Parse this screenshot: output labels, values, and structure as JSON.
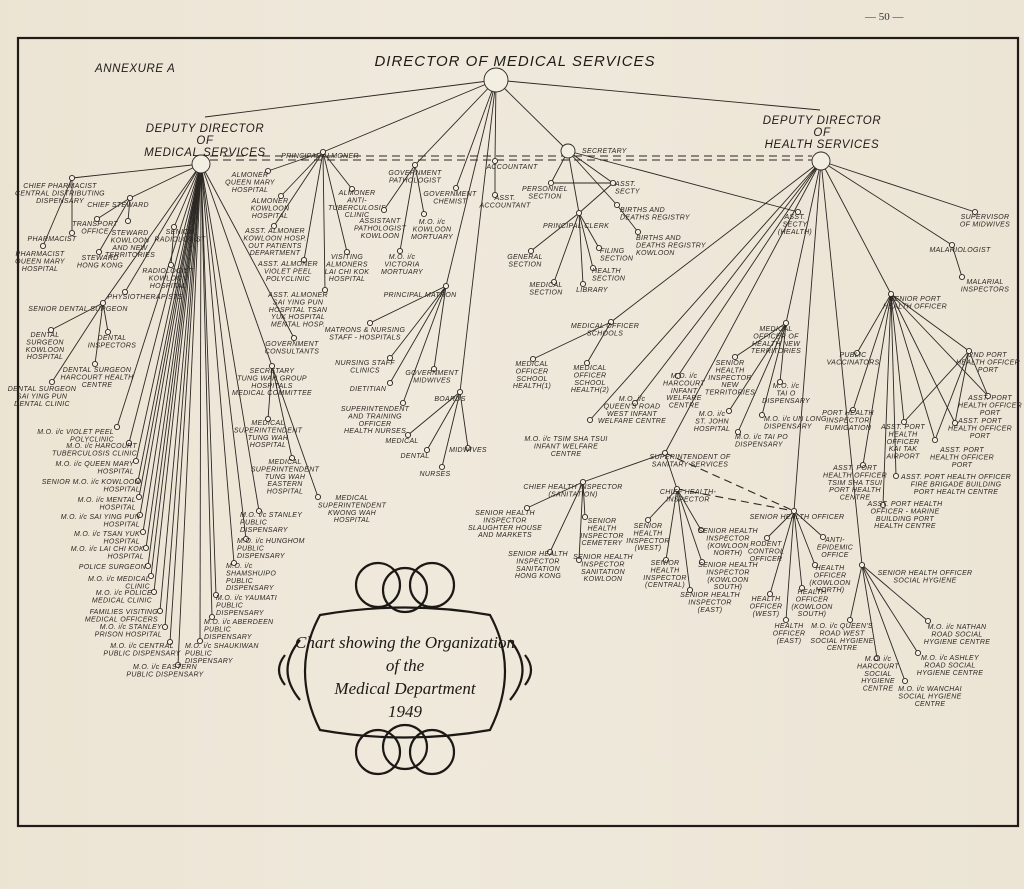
{
  "page_number": "— 50 —",
  "annexure": "ANNEXURE A",
  "director": {
    "id": "dms",
    "label": "DIRECTOR OF MEDICAL SERVICES"
  },
  "deputies": [
    {
      "id": "ddms",
      "lines": [
        "DEPUTY DIRECTOR",
        "OF",
        "MEDICAL SERVICES"
      ]
    },
    {
      "id": "ddhs",
      "lines": [
        "DEPUTY DIRECTOR",
        "OF",
        "HEALTH SERVICES"
      ]
    }
  ],
  "chart_title": [
    "Chart showing the Organization",
    "of the",
    "Medical Department",
    "1949"
  ],
  "nodes": [
    {
      "id": "pharm",
      "parent": "ddms",
      "lines": [
        "CHIEF PHARMACIST",
        "CENTRAL DISTRIBUTING",
        "DISPENSARY"
      ]
    },
    {
      "id": "pharm1",
      "parent": "pharm",
      "lines": [
        "PHARMACIST"
      ]
    },
    {
      "id": "pharm2",
      "parent": "pharm",
      "lines": [
        "PHARMACIST",
        "QUEEN MARY",
        "HOSPITAL"
      ]
    },
    {
      "id": "stew",
      "parent": "ddms",
      "lines": [
        "CHIEF STEWARD"
      ]
    },
    {
      "id": "trans",
      "parent": "stew",
      "lines": [
        "TRANSPORT",
        "OFFICE"
      ]
    },
    {
      "id": "stewk",
      "parent": "stew",
      "lines": [
        "STEWARD",
        "KOWLOON",
        "AND NEW",
        "TERRITORIES"
      ]
    },
    {
      "id": "stewh",
      "parent": "stew",
      "lines": [
        "STEWARD",
        "HONG KONG"
      ]
    },
    {
      "id": "rad",
      "parent": "ddms",
      "lines": [
        "SENIOR",
        "RADIOLOGIST"
      ]
    },
    {
      "id": "radk",
      "parent": "rad",
      "lines": [
        "RADIOLOGIST",
        "KOWLOON",
        "HOSPITAL"
      ]
    },
    {
      "id": "phys",
      "parent": "ddms",
      "lines": [
        "PHYSIOTHERAPISTS"
      ]
    },
    {
      "id": "dent",
      "parent": "ddms",
      "lines": [
        "SENIOR DENTAL SURGEON"
      ]
    },
    {
      "id": "dent1",
      "parent": "dent",
      "lines": [
        "DENTAL",
        "SURGEON",
        "KOWLOON",
        "HOSPITAL"
      ]
    },
    {
      "id": "dent2",
      "parent": "dent",
      "lines": [
        "DENTAL",
        "INSPECTORS"
      ]
    },
    {
      "id": "dent3",
      "parent": "dent",
      "lines": [
        "DENTAL SURGEON",
        "HARCOURT HEALTH",
        "CENTRE"
      ]
    },
    {
      "id": "dent4",
      "parent": "dent",
      "lines": [
        "DENTAL SURGEON",
        "SAI YING PUN",
        "DENTAL CLINIC"
      ]
    },
    {
      "id": "mo1",
      "parent": "ddms",
      "lines": [
        "M.O. i/c VIOLET PEEL",
        "POLYCLINIC"
      ]
    },
    {
      "id": "mo2",
      "parent": "ddms",
      "lines": [
        "M.O. i/c HARCOURT",
        "TUBERCULOSIS CLINIC"
      ]
    },
    {
      "id": "mo3",
      "parent": "ddms",
      "lines": [
        "M.O. i/c QUEEN MARY",
        "HOSPITAL"
      ]
    },
    {
      "id": "mo4",
      "parent": "ddms",
      "lines": [
        "SENIOR M.O. i/c KOWLOON",
        "HOSPITAL"
      ]
    },
    {
      "id": "mo5",
      "parent": "ddms",
      "lines": [
        "M.O. i/c MENTAL",
        "HOSPITAL"
      ]
    },
    {
      "id": "mo6",
      "parent": "ddms",
      "lines": [
        "M.O. i/c SAI YING PUN",
        "HOSPITAL"
      ]
    },
    {
      "id": "mo7",
      "parent": "ddms",
      "lines": [
        "M.O. i/c TSAN YUK",
        "HOSPITAL"
      ]
    },
    {
      "id": "mo8",
      "parent": "ddms",
      "lines": [
        "M.O. i/c LAI CHI KOK",
        "HOSPITAL"
      ]
    },
    {
      "id": "mo9",
      "parent": "ddms",
      "lines": [
        "POLICE SURGEON"
      ]
    },
    {
      "id": "mo10",
      "parent": "ddms",
      "lines": [
        "M.O. i/c MEDICAL",
        "CLINIC"
      ]
    },
    {
      "id": "mo11",
      "parent": "ddms",
      "lines": [
        "M.O. i/c POLICE",
        "MEDICAL CLINIC"
      ]
    },
    {
      "id": "mo12",
      "parent": "ddms",
      "lines": [
        "FAMILIES VISITING",
        "MEDICAL OFFICERS"
      ]
    },
    {
      "id": "mo13",
      "parent": "ddms",
      "lines": [
        "M.O. i/c STANLEY",
        "PRISON HOSPITAL"
      ]
    },
    {
      "id": "mo14",
      "parent": "ddms",
      "lines": [
        "M.O. i/c CENTRAL",
        "PUBLIC DISPENSARY"
      ]
    },
    {
      "id": "mo15",
      "parent": "ddms",
      "lines": [
        "M.O. i/c EASTERN",
        "PUBLIC DISPENSARY"
      ]
    },
    {
      "id": "mo16",
      "parent": "ddms",
      "lines": [
        "M.O. i/c SHAUKIWAN",
        "PUBLIC",
        "DISPENSARY"
      ]
    },
    {
      "id": "mo17",
      "parent": "ddms",
      "lines": [
        "M.O. i/c ABERDEEN",
        "PUBLIC",
        "DISPENSARY"
      ]
    },
    {
      "id": "mo18",
      "parent": "ddms",
      "lines": [
        "M.O. i/c YAUMATI",
        "PUBLIC",
        "DISPENSARY"
      ]
    },
    {
      "id": "mo19",
      "parent": "ddms",
      "lines": [
        "M.O. i/c",
        "SHAMSHUIPO",
        "PUBLIC",
        "DISPENSARY"
      ]
    },
    {
      "id": "mo20",
      "parent": "ddms",
      "lines": [
        "M.O. i/c HUNGHOM",
        "PUBLIC",
        "DISPENSARY"
      ]
    },
    {
      "id": "mo21",
      "parent": "ddms",
      "lines": [
        "M.O. i/c STANLEY",
        "PUBLIC",
        "DISPENSARY"
      ]
    },
    {
      "id": "cons",
      "parent": "ddms",
      "lines": [
        "GOVERNMENT",
        "CONSULTANTS"
      ]
    },
    {
      "id": "tw",
      "parent": "ddms",
      "lines": [
        "SECRETARY",
        "TUNG WAH GROUP",
        "HOSPITALS",
        "MEDICAL COMMITTEE"
      ]
    },
    {
      "id": "tw1",
      "parent": "tw",
      "lines": [
        "MEDICAL",
        "SUPERINTENDENT",
        "TUNG WAH",
        "HOSPITAL"
      ]
    },
    {
      "id": "tw2",
      "parent": "tw",
      "lines": [
        "MEDICAL",
        "SUPERINTENDENT",
        "TUNG WAH",
        "EASTERN",
        "HOSPITAL"
      ]
    },
    {
      "id": "tw3",
      "parent": "tw",
      "lines": [
        "MEDICAL",
        "SUPERINTENDENT",
        "KWONG WAH",
        "HOSPITAL"
      ]
    },
    {
      "id": "palm",
      "parent": "dms",
      "lines": [
        "PRINCIPAL ALMONER"
      ]
    },
    {
      "id": "alm1",
      "parent": "palm",
      "lines": [
        "ALMONER",
        "QUEEN MARY",
        "HOSPITAL"
      ]
    },
    {
      "id": "alm2",
      "parent": "palm",
      "lines": [
        "ALMONER",
        "KOWLOON",
        "HOSPITAL"
      ]
    },
    {
      "id": "alm3",
      "parent": "palm",
      "lines": [
        "ASST. ALMONER",
        "KOWLOON HOSP.",
        "OUT PATIENTS",
        "DEPARTMENT"
      ]
    },
    {
      "id": "alm4",
      "parent": "palm",
      "lines": [
        "ASST. ALMONER",
        "VIOLET PEEL",
        "POLYCLINIC"
      ]
    },
    {
      "id": "alm5",
      "parent": "palm",
      "lines": [
        "ASST. ALMONER",
        "SAI YING PUN",
        "HOSPITAL TSAN",
        "YUK HOSPITAL",
        "MENTAL HOSP."
      ]
    },
    {
      "id": "alm6",
      "parent": "palm",
      "lines": [
        "VISITING",
        "ALMONERS",
        "LAI CHI KOK",
        "HOSPITAL"
      ]
    },
    {
      "id": "alm7",
      "parent": "palm",
      "lines": [
        "ALMONER",
        "ANTI-",
        "TUBERCULOSIS",
        "CLINIC"
      ]
    },
    {
      "id": "path",
      "parent": "dms",
      "lines": [
        "GOVERNMENT",
        "PATHOLOGIST"
      ]
    },
    {
      "id": "path1",
      "parent": "path",
      "lines": [
        "ASSISTANT",
        "PATHOLOGIST",
        "KOWLOON"
      ]
    },
    {
      "id": "path2",
      "parent": "path",
      "lines": [
        "M.O. i/c",
        "KOWLOON",
        "MORTUARY"
      ]
    },
    {
      "id": "path3",
      "parent": "path",
      "lines": [
        "M.O. i/c",
        "VICTORIA",
        "MORTUARY"
      ]
    },
    {
      "id": "chem",
      "parent": "dms",
      "lines": [
        "GOVERNMENT",
        "CHEMIST"
      ]
    },
    {
      "id": "acc",
      "parent": "dms",
      "lines": [
        "ACCOUNTANT"
      ]
    },
    {
      "id": "acc1",
      "parent": "acc",
      "lines": [
        "ASST.",
        "ACCOUNTANT"
      ]
    },
    {
      "id": "mat",
      "parent": "dms",
      "lines": [
        "PRINCIPAL MATRON"
      ]
    },
    {
      "id": "mat1",
      "parent": "mat",
      "lines": [
        "MATRONS & NURSING",
        "STAFF - HOSPITALS"
      ]
    },
    {
      "id": "mat2",
      "parent": "mat",
      "lines": [
        "NURSING STAFF",
        "CLINICS"
      ]
    },
    {
      "id": "mat3",
      "parent": "mat",
      "lines": [
        "DIETITIAN"
      ]
    },
    {
      "id": "mat4",
      "parent": "mat",
      "lines": [
        "GOVERNMENT",
        "MIDWIVES"
      ]
    },
    {
      "id": "mat5",
      "parent": "mat",
      "lines": [
        "SUPERINTENDENT",
        "AND TRAINING",
        "OFFICER",
        "HEALTH NURSES"
      ]
    },
    {
      "id": "brd",
      "parent": "dms",
      "lines": [
        "BOARDS"
      ]
    },
    {
      "id": "brd1",
      "parent": "brd",
      "lines": [
        "MEDICAL"
      ]
    },
    {
      "id": "brd2",
      "parent": "brd",
      "lines": [
        "DENTAL"
      ]
    },
    {
      "id": "brd3",
      "parent": "brd",
      "lines": [
        "MIDWIVES"
      ]
    },
    {
      "id": "brd4",
      "parent": "brd",
      "lines": [
        "NURSES"
      ]
    },
    {
      "id": "sec",
      "parent": "dms",
      "lines": [
        "SECRETARY"
      ]
    },
    {
      "id": "sec1",
      "parent": "sec",
      "lines": [
        "PERSONNEL",
        "SECTION"
      ]
    },
    {
      "id": "sec2",
      "parent": "sec",
      "lines": [
        "ASST.",
        "SECTY"
      ]
    },
    {
      "id": "pc",
      "parent": "sec",
      "lines": [
        "PRINCIPAL CLERK"
      ]
    },
    {
      "id": "bd",
      "parent": "sec",
      "lines": [
        "BIRTHS AND",
        "DEATHS REGISTRY"
      ]
    },
    {
      "id": "bdk",
      "parent": "bd",
      "lines": [
        "BIRTHS AND",
        "DEATHS REGISTRY",
        "KOWLOON"
      ]
    },
    {
      "id": "pc1",
      "parent": "pc",
      "lines": [
        "GENERAL",
        "SECTION"
      ]
    },
    {
      "id": "pc2",
      "parent": "pc",
      "lines": [
        "MEDICAL",
        "SECTION"
      ]
    },
    {
      "id": "pc3",
      "parent": "pc",
      "lines": [
        "LIBRARY"
      ]
    },
    {
      "id": "pc4",
      "parent": "pc",
      "lines": [
        "FILING",
        "SECTION"
      ]
    },
    {
      "id": "pc5",
      "parent": "pc",
      "lines": [
        "HEALTH",
        "SECTION"
      ]
    },
    {
      "id": "ash",
      "parent": "sec",
      "lines": [
        "ASST.",
        "SECTY",
        "(HEALTH)"
      ]
    },
    {
      "id": "smid",
      "parent": "ddhs",
      "lines": [
        "SUPERVISOR",
        "OF MIDWIVES"
      ]
    },
    {
      "id": "mal",
      "parent": "ddhs",
      "lines": [
        "MALARIOLOGIST"
      ]
    },
    {
      "id": "mal1",
      "parent": "mal",
      "lines": [
        "MALARIAL",
        "INSPECTORS"
      ]
    },
    {
      "id": "spho",
      "parent": "ddhs",
      "lines": [
        "SENIOR PORT",
        "HEALTH OFFICER"
      ]
    },
    {
      "id": "mos",
      "parent": "ddhs",
      "lines": [
        "MEDICAL OFFICER",
        "SCHOOLS"
      ]
    },
    {
      "id": "mos1",
      "parent": "mos",
      "lines": [
        "MEDICAL",
        "OFFICER",
        "SCHOOL",
        "HEALTH(1)"
      ]
    },
    {
      "id": "mos2",
      "parent": "mos",
      "lines": [
        "MEDICAL",
        "OFFICER",
        "SCHOOL",
        "HEALTH(2)"
      ]
    },
    {
      "id": "iw1",
      "parent": "ddhs",
      "lines": [
        "M.O. i/c TSIM SHA TSUI",
        "INFANT WELFARE",
        "CENTRE"
      ]
    },
    {
      "id": "iw2",
      "parent": "ddhs",
      "lines": [
        "M.O. i/c",
        "QUEEN'S ROAD",
        "WEST INFANT",
        "WELFARE CENTRE"
      ]
    },
    {
      "id": "iw3",
      "parent": "ddhs",
      "lines": [
        "M.O. i/c",
        "HARCOURT",
        "INFANT",
        "WELFARE",
        "CENTRE"
      ]
    },
    {
      "id": "nt",
      "parent": "ddhs",
      "lines": [
        "MEDICAL",
        "OFFICER OF",
        "HEALTH NEW",
        "TERRITORIES"
      ]
    },
    {
      "id": "nt1",
      "parent": "nt",
      "lines": [
        "SENIOR",
        "HEALTH",
        "INSPECTOR",
        "NEW",
        "TERRITORIES"
      ]
    },
    {
      "id": "nt2",
      "parent": "nt",
      "lines": [
        "M.O. i/c",
        "TAI O",
        "DISPENSARY"
      ]
    },
    {
      "id": "nt3",
      "parent": "nt",
      "lines": [
        "M.O. i/c",
        "ST. JOHN",
        "HOSPITAL"
      ]
    },
    {
      "id": "nt4",
      "parent": "nt",
      "lines": [
        "M.O. i/c UN LONG",
        "DISPENSARY"
      ]
    },
    {
      "id": "nt5",
      "parent": "nt",
      "lines": [
        "M.O. i/c TAI PO",
        "DISPENSARY"
      ]
    },
    {
      "id": "sss",
      "parent": "ddhs",
      "lines": [
        "SUPERINTENDENT OF",
        "SANITARY SERVICES"
      ]
    },
    {
      "id": "chis",
      "parent": "sss",
      "lines": [
        "CHIEF HEALTH INSPECTOR",
        "(SANITATION)"
      ]
    },
    {
      "id": "chis1",
      "parent": "chis",
      "lines": [
        "SENIOR HEALTH",
        "INSPECTOR",
        "SLAUGHTER HOUSE",
        "AND MARKETS"
      ]
    },
    {
      "id": "chis2",
      "parent": "chis",
      "lines": [
        "SENIOR",
        "HEALTH",
        "INSPECTOR",
        "CEMETERY"
      ]
    },
    {
      "id": "chis3",
      "parent": "chis",
      "lines": [
        "SENIOR HEALTH",
        "INSPECTOR",
        "SANITATION",
        "HONG KONG"
      ]
    },
    {
      "id": "chis4",
      "parent": "chis",
      "lines": [
        "SENIOR HEALTH",
        "INSPECTOR",
        "SANITATION",
        "KOWLOON"
      ]
    },
    {
      "id": "chi",
      "parent": "sss",
      "lines": [
        "CHIEF HEALTH-",
        "INSPECTOR"
      ]
    },
    {
      "id": "chi1",
      "parent": "chi",
      "lines": [
        "SENIOR",
        "HEALTH",
        "INSPECTOR",
        "(WEST)"
      ]
    },
    {
      "id": "chi2",
      "parent": "chi",
      "lines": [
        "SENIOR",
        "HEALTH",
        "INSPECTOR",
        "(CENTRAL)"
      ]
    },
    {
      "id": "chi3",
      "parent": "chi",
      "lines": [
        "SENIOR HEALTH",
        "INSPECTOR",
        "(KOWLOON",
        "NORTH)"
      ]
    },
    {
      "id": "chi4",
      "parent": "chi",
      "lines": [
        "SENIOR HEALTH",
        "INSPECTOR",
        "(KOWLOON",
        "SOUTH)"
      ]
    },
    {
      "id": "chi5",
      "parent": "chi",
      "lines": [
        "SENIOR HEALTH",
        "INSPECTOR",
        "(EAST)"
      ]
    },
    {
      "id": "sho",
      "parent": "ddhs",
      "lines": [
        "SENIOR HEALTH OFFICER"
      ]
    },
    {
      "id": "sho1",
      "parent": "sho",
      "lines": [
        "RODENT",
        "CONTROL",
        "OFFICER"
      ]
    },
    {
      "id": "sho2",
      "parent": "sho",
      "lines": [
        "ANTI-",
        "EPIDEMIC",
        "OFFICE"
      ]
    },
    {
      "id": "sho3",
      "parent": "sho",
      "lines": [
        "HEALTH",
        "OFFICER",
        "(WEST)"
      ]
    },
    {
      "id": "sho4",
      "parent": "sho",
      "lines": [
        "HEALTH",
        "OFFICER",
        "(EAST)"
      ]
    },
    {
      "id": "sho5",
      "parent": "sho",
      "lines": [
        "HEALTH",
        "OFFICER",
        "(KOWLOON",
        "SOUTH)"
      ]
    },
    {
      "id": "sho6",
      "parent": "sho",
      "lines": [
        "HEALTH",
        "OFFICER",
        "(KOWLOON",
        "NORTH)"
      ]
    },
    {
      "id": "sh",
      "parent": "ddhs",
      "lines": [
        "SENIOR HEALTH OFFICER",
        "SOCIAL HYGIENE"
      ]
    },
    {
      "id": "sh1",
      "parent": "sh",
      "lines": [
        "M.O. i/c QUEEN'S",
        "ROAD WEST",
        "SOCIAL HYGIENE",
        "CENTRE"
      ]
    },
    {
      "id": "sh2",
      "parent": "sh",
      "lines": [
        "M.O. i/c",
        "HARCOURT",
        "SOCIAL",
        "HYGIENE",
        "CENTRE"
      ]
    },
    {
      "id": "sh3",
      "parent": "sh",
      "lines": [
        "M.O. i/c WANCHAI",
        "SOCIAL HYGIENE",
        "CENTRE"
      ]
    },
    {
      "id": "sh4",
      "parent": "sh",
      "lines": [
        "M.O. i/c ASHLEY",
        "ROAD SOCIAL",
        "HYGIENE CENTRE"
      ]
    },
    {
      "id": "sh5",
      "parent": "sh",
      "lines": [
        "M.O. i/c NATHAN",
        "ROAD SOCIAL",
        "HYGIENE CENTRE"
      ]
    },
    {
      "id": "p1",
      "parent": "spho",
      "lines": [
        "PUBLIC",
        "VACCINATORS"
      ]
    },
    {
      "id": "p2",
      "parent": "spho",
      "lines": [
        "PORT HEALTH",
        "INSPECTOR",
        "FUMIGATION"
      ]
    },
    {
      "id": "p3",
      "parent": "spho",
      "lines": [
        "ASST. PORT",
        "HEALTH",
        "OFFICER",
        "KAI TAK",
        "AIRPORT"
      ]
    },
    {
      "id": "p4",
      "parent": "spho",
      "lines": [
        "ASST. PORT",
        "HEALTH OFFICER",
        "TSIM SHA TSUI",
        "PORT HEALTH",
        "CENTRE"
      ]
    },
    {
      "id": "p5",
      "parent": "spho",
      "lines": [
        "ASST. PORT HEALTH OFFICER",
        "FIRE BRIGADE BUILDING",
        "PORT HEALTH CENTRE"
      ]
    },
    {
      "id": "p6",
      "parent": "spho",
      "lines": [
        "ASST. PORT HEALTH",
        "OFFICER - MARINE",
        "BUILDING PORT",
        "HEALTH CENTRE"
      ]
    },
    {
      "id": "p7",
      "parent": "spho",
      "lines": [
        "2ND PORT",
        "HEALTH OFFICER",
        "PORT"
      ]
    },
    {
      "id": "p8",
      "parent": "spho",
      "lines": [
        "ASST. PORT",
        "HEALTH OFFICER",
        "PORT"
      ]
    },
    {
      "id": "p9",
      "parent": "spho",
      "lines": [
        "ASST. PORT",
        "HEALTH OFFICER",
        "PORT"
      ]
    },
    {
      "id": "p10",
      "parent": "spho",
      "lines": [
        "ASST. PORT",
        "HEALTH OFFICER",
        "PORT"
      ]
    }
  ],
  "dashed_links": [
    [
      "ddms",
      "ddhs"
    ],
    [
      "sss",
      "sho"
    ],
    [
      "chi",
      "sho"
    ]
  ],
  "extra_links": [
    [
      "p7",
      "p3"
    ],
    [
      "p7",
      "p9"
    ],
    [
      "p7",
      "p10"
    ],
    [
      "p7",
      "p8"
    ],
    [
      "sec2",
      "pc"
    ],
    [
      "sec1",
      "sec2"
    ]
  ]
}
